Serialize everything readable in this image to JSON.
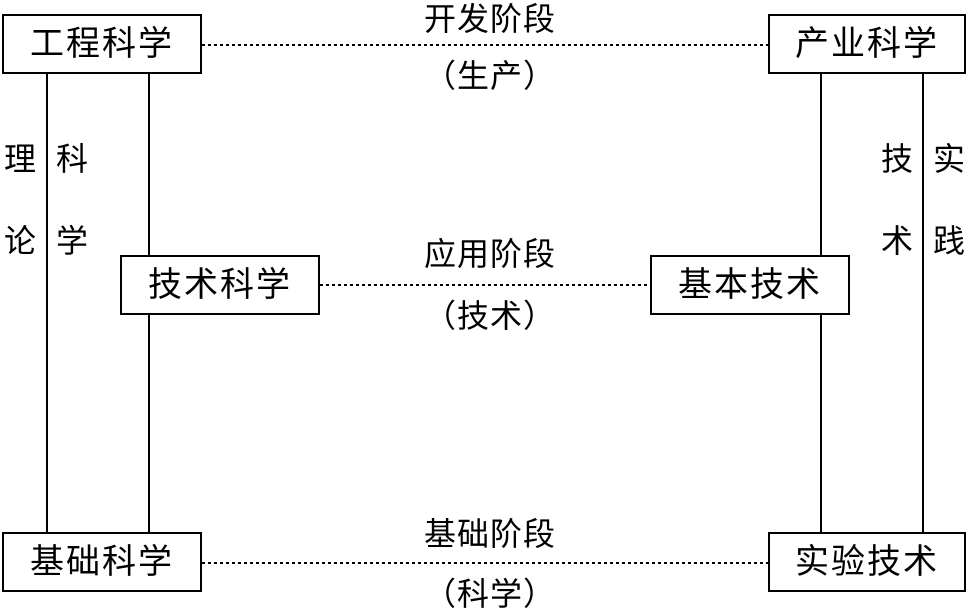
{
  "nodes": {
    "engineering_science": "工程科学",
    "industrial_science": "产业科学",
    "technical_science": "技术科学",
    "basic_technology": "基本技术",
    "basic_science": "基础科学",
    "experimental_technology": "实验技术"
  },
  "stages": {
    "development": {
      "name": "开发阶段",
      "sub": "（生产）"
    },
    "application": {
      "name": "应用阶段",
      "sub": "（技术）"
    },
    "foundation": {
      "name": "基础阶段",
      "sub": "（科学）"
    }
  },
  "side_labels": {
    "left_outer": [
      "理",
      "论"
    ],
    "left_inner": [
      "科",
      "学"
    ],
    "right_inner": [
      "技",
      "术"
    ],
    "right_outer": [
      "实",
      "践"
    ]
  }
}
